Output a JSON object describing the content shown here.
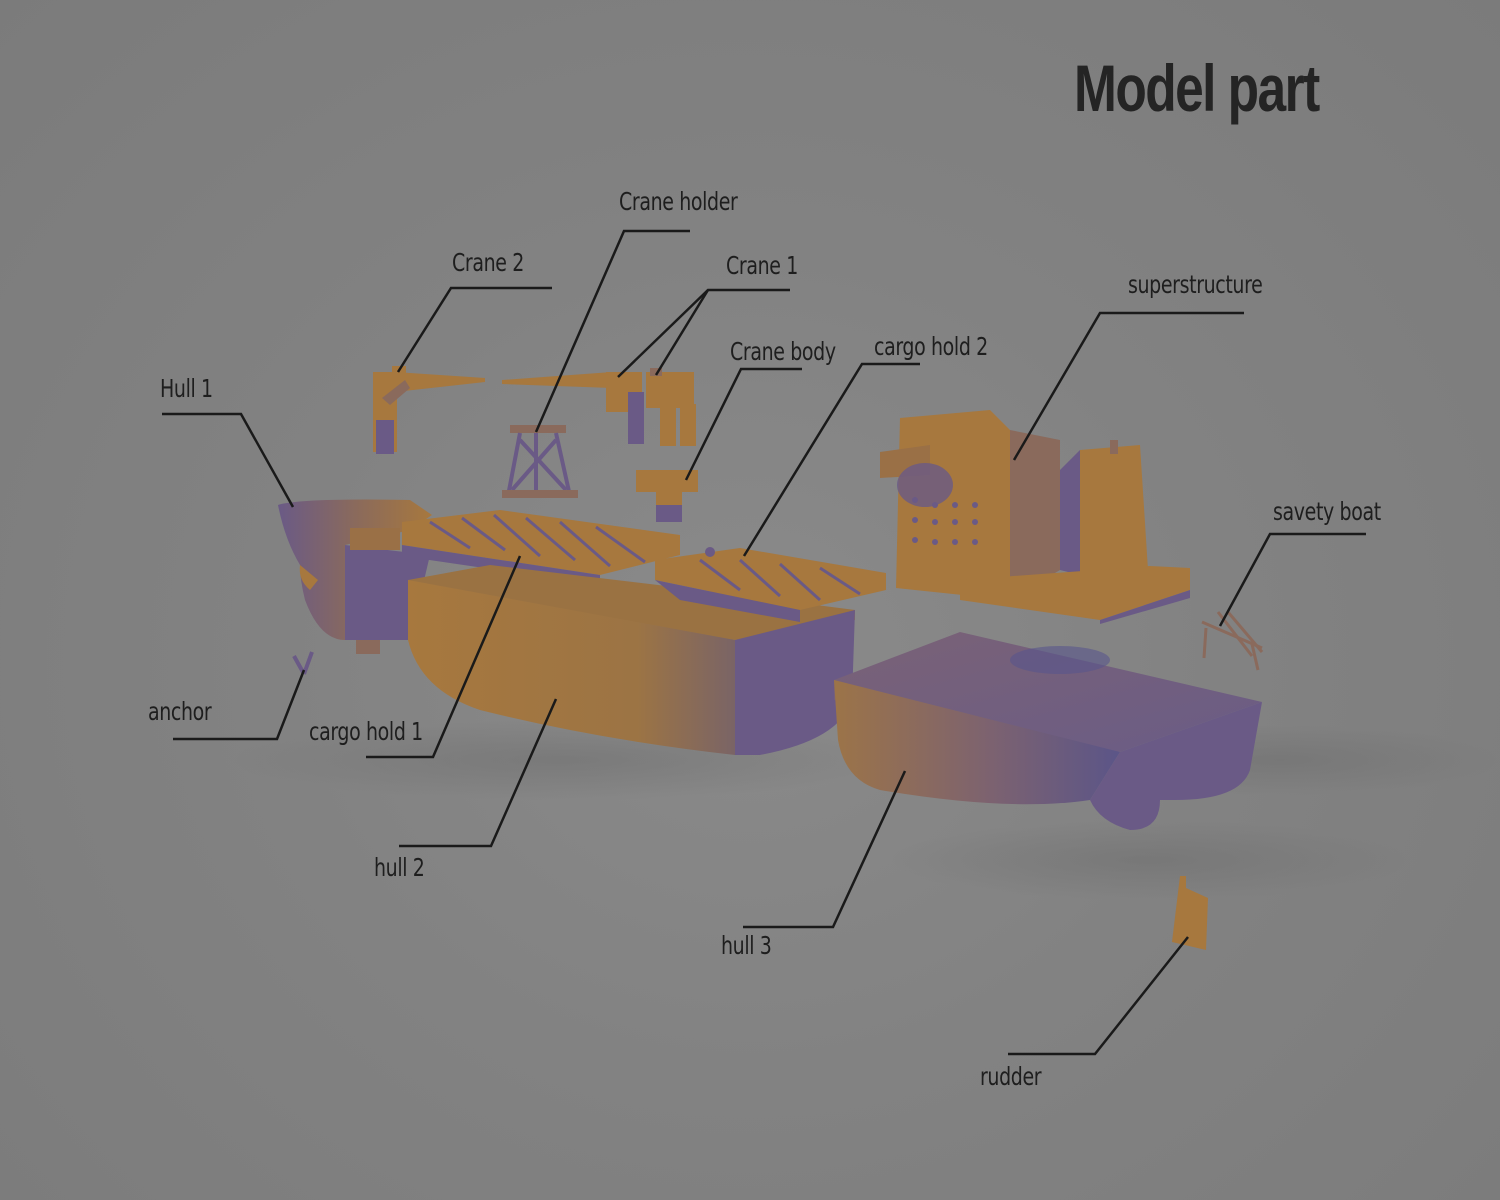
{
  "title": "Model part",
  "labels": {
    "crane_holder": "Crane holder",
    "crane_2": "Crane 2",
    "crane_1": "Crane 1",
    "crane_body": "Crane body",
    "cargo_hold_2": "cargo hold 2",
    "superstructure": "superstructure",
    "hull_1": "Hull 1",
    "savety_boat": "savety boat",
    "anchor": "anchor",
    "cargo_hold_1": "cargo hold 1",
    "hull_2": "hull 2",
    "hull_3": "hull 3",
    "rudder": "rudder"
  },
  "colors": {
    "background": "#7f7f7f",
    "part_orange": "#a7783e",
    "part_shadow": "#57558a",
    "text": "#1e1e1e",
    "leader_line": "#1a1a1a"
  }
}
